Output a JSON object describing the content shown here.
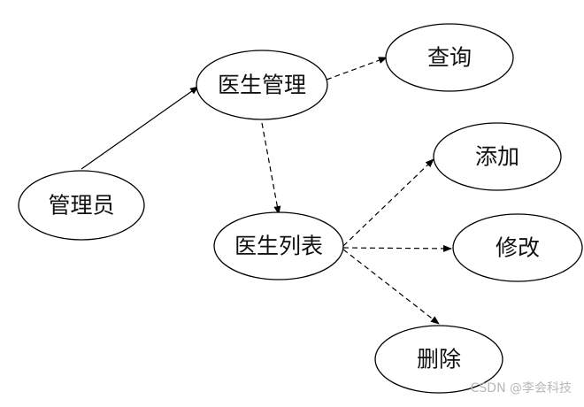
{
  "diagram": {
    "nodes": [
      {
        "id": "admin",
        "label": "管理员"
      },
      {
        "id": "doctor_mgmt",
        "label": "医生管理"
      },
      {
        "id": "query",
        "label": "查询"
      },
      {
        "id": "doctor_list",
        "label": "医生列表"
      },
      {
        "id": "add",
        "label": "添加"
      },
      {
        "id": "edit",
        "label": "修改"
      },
      {
        "id": "delete",
        "label": "删除"
      }
    ],
    "edges": [
      {
        "from": "admin",
        "to": "doctor_mgmt",
        "style": "solid"
      },
      {
        "from": "doctor_mgmt",
        "to": "query",
        "style": "dashed"
      },
      {
        "from": "doctor_mgmt",
        "to": "doctor_list",
        "style": "dashed"
      },
      {
        "from": "doctor_list",
        "to": "add",
        "style": "dashed"
      },
      {
        "from": "doctor_list",
        "to": "edit",
        "style": "dashed"
      },
      {
        "from": "doctor_list",
        "to": "delete",
        "style": "dashed"
      }
    ]
  },
  "watermark": "CSDN @李会科技"
}
